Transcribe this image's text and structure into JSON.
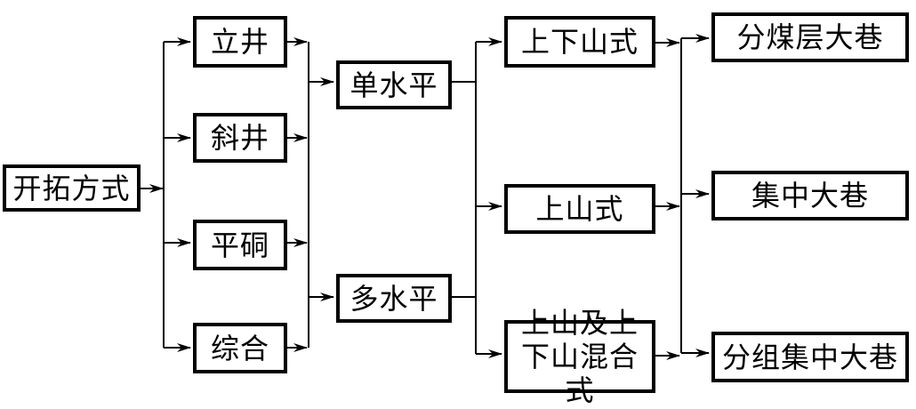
{
  "diagram": {
    "root": {
      "label": "开拓方式"
    },
    "shaft_types": [
      {
        "label": "立井"
      },
      {
        "label": "斜井"
      },
      {
        "label": "平硐"
      },
      {
        "label": "综合"
      }
    ],
    "level_schemes": [
      {
        "label": "单水平"
      },
      {
        "label": "多水平"
      }
    ],
    "dip_arrangements": [
      {
        "label": "上下山式"
      },
      {
        "label": "上山式"
      },
      {
        "label": "上山及上下山混合式"
      }
    ],
    "roadway_layouts": [
      {
        "label": "分煤层大巷"
      },
      {
        "label": "集中大巷"
      },
      {
        "label": "分组集中大巷"
      }
    ],
    "edges": [
      {
        "from": "开拓方式",
        "to": [
          "立井",
          "斜井",
          "平硐",
          "综合"
        ]
      },
      {
        "from": "立井|斜井|平硐|综合",
        "to": [
          "单水平",
          "多水平"
        ]
      },
      {
        "from": "单水平|多水平",
        "to": [
          "上下山式",
          "上山式",
          "上山及上下山混合式"
        ]
      },
      {
        "from": "上下山式|上山式|上山及上下山混合式",
        "to": [
          "分煤层大巷",
          "集中大巷",
          "分组集中大巷"
        ]
      }
    ],
    "colors": {
      "ink": "#000000",
      "background": "#ffffff"
    }
  }
}
